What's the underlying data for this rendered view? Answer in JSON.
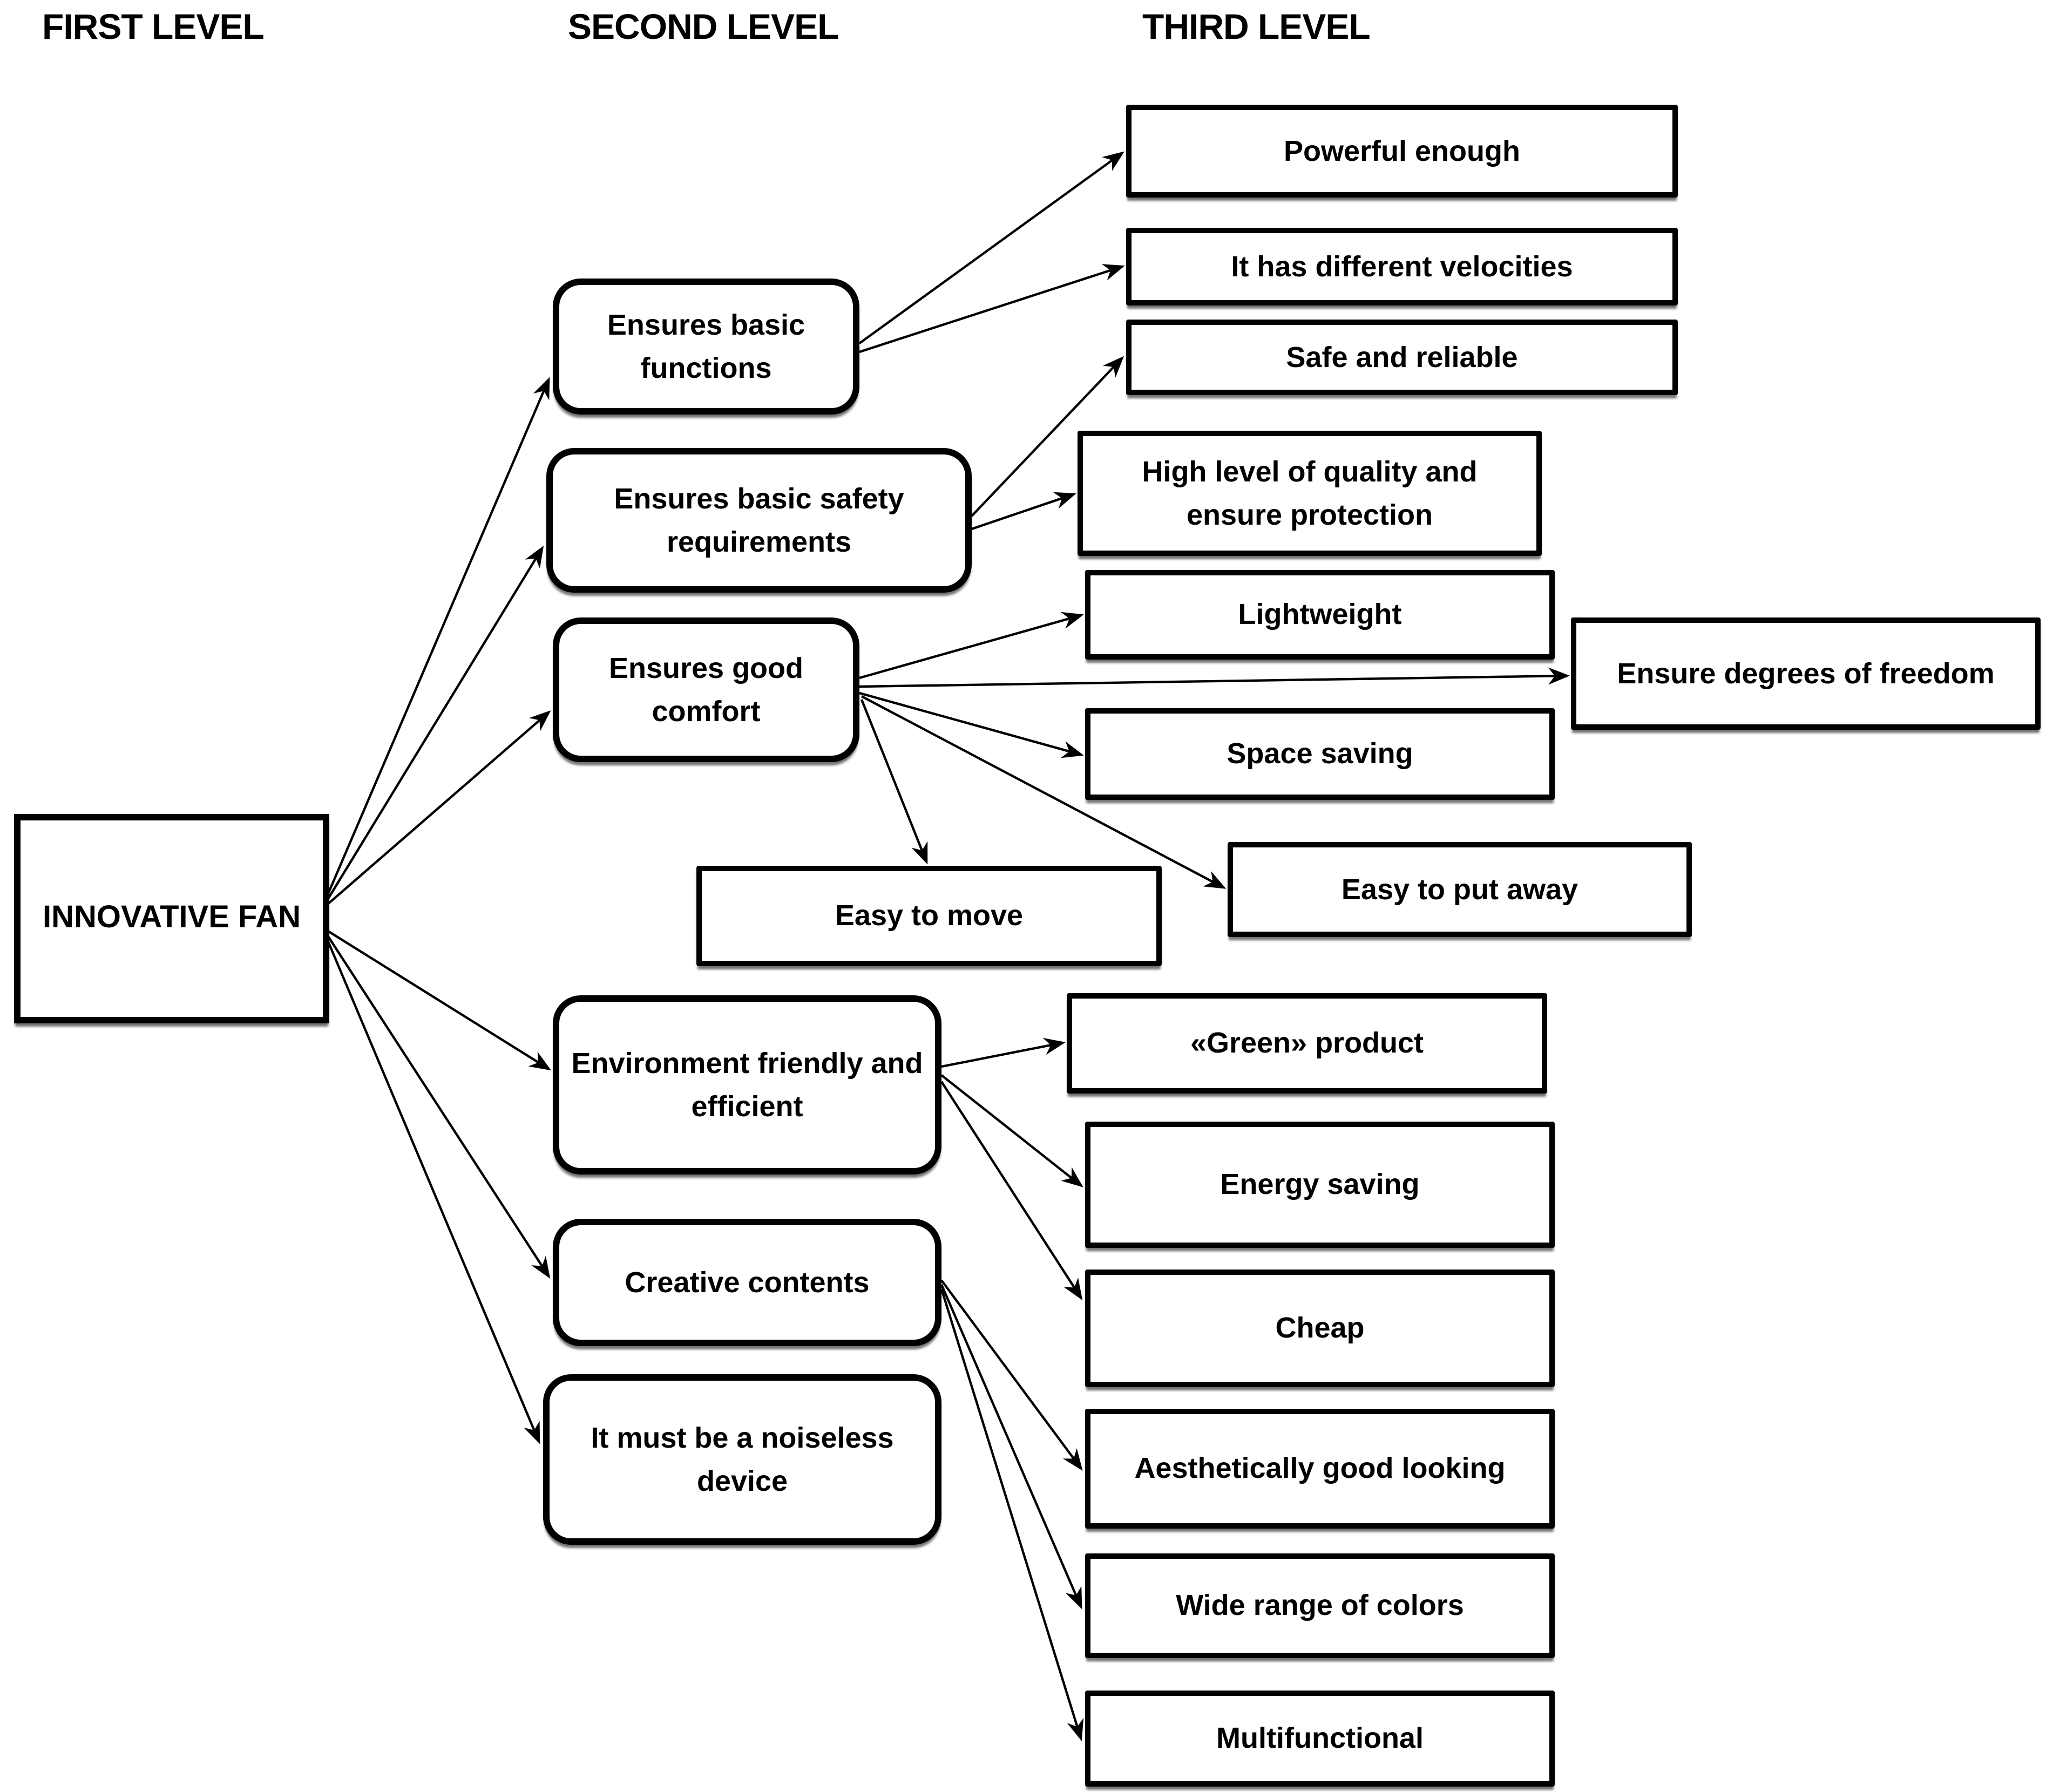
{
  "headers": {
    "first": "FIRST LEVEL",
    "second": "SECOND LEVEL",
    "third": "THIRD LEVEL"
  },
  "diagram": {
    "root_label": "INNOVATIVE FAN",
    "colors": {
      "line": "#000000",
      "box_fill": "#ffffff",
      "box_border": "#000000",
      "text": "#000000"
    },
    "nodes": [
      {
        "id": "fan",
        "level": 1,
        "label": "INNOVATIVE FAN"
      },
      {
        "id": "basic-functions",
        "level": 2,
        "label": "Ensures basic functions"
      },
      {
        "id": "safety",
        "level": 2,
        "label": "Ensures basic safety requirements"
      },
      {
        "id": "comfort",
        "level": 2,
        "label": "Ensures good comfort"
      },
      {
        "id": "environment",
        "level": 2,
        "label": "Environment friendly and efficient"
      },
      {
        "id": "creative",
        "level": 2,
        "label": "Creative contents"
      },
      {
        "id": "noiseless",
        "level": 2,
        "label": "It must be a noiseless device"
      },
      {
        "id": "powerful",
        "level": 3,
        "label": "Powerful enough"
      },
      {
        "id": "velocities",
        "level": 3,
        "label": "It has different velocities"
      },
      {
        "id": "safe-reliable",
        "level": 3,
        "label": "Safe and reliable"
      },
      {
        "id": "quality",
        "level": 3,
        "label": "High level of quality and ensure protection"
      },
      {
        "id": "lightweight",
        "level": 3,
        "label": "Lightweight"
      },
      {
        "id": "freedom",
        "level": 3,
        "label": "Ensure degrees of freedom"
      },
      {
        "id": "space-saving",
        "level": 3,
        "label": "Space saving"
      },
      {
        "id": "easy-move",
        "level": 3,
        "label": "Easy to move"
      },
      {
        "id": "easy-put-away",
        "level": 3,
        "label": "Easy to put away"
      },
      {
        "id": "green",
        "level": 3,
        "label": "«Green» product"
      },
      {
        "id": "energy",
        "level": 3,
        "label": "Energy saving"
      },
      {
        "id": "cheap",
        "level": 3,
        "label": "Cheap"
      },
      {
        "id": "aesthetic",
        "level": 3,
        "label": "Aesthetically good looking"
      },
      {
        "id": "colors",
        "level": 3,
        "label": "Wide range of colors"
      },
      {
        "id": "multifunctional",
        "level": 3,
        "label": "Multifunctional"
      }
    ],
    "edges": [
      {
        "from": "fan",
        "to": "basic-functions"
      },
      {
        "from": "fan",
        "to": "safety"
      },
      {
        "from": "fan",
        "to": "comfort"
      },
      {
        "from": "fan",
        "to": "environment"
      },
      {
        "from": "fan",
        "to": "creative"
      },
      {
        "from": "fan",
        "to": "noiseless"
      },
      {
        "from": "basic-functions",
        "to": "powerful"
      },
      {
        "from": "basic-functions",
        "to": "velocities"
      },
      {
        "from": "safety",
        "to": "safe-reliable"
      },
      {
        "from": "safety",
        "to": "quality"
      },
      {
        "from": "comfort",
        "to": "lightweight"
      },
      {
        "from": "comfort",
        "to": "freedom"
      },
      {
        "from": "comfort",
        "to": "space-saving"
      },
      {
        "from": "comfort",
        "to": "easy-move"
      },
      {
        "from": "comfort",
        "to": "easy-put-away"
      },
      {
        "from": "environment",
        "to": "green"
      },
      {
        "from": "environment",
        "to": "energy"
      },
      {
        "from": "environment",
        "to": "cheap"
      },
      {
        "from": "creative",
        "to": "aesthetic"
      },
      {
        "from": "creative",
        "to": "colors"
      },
      {
        "from": "creative",
        "to": "multifunctional"
      }
    ]
  }
}
